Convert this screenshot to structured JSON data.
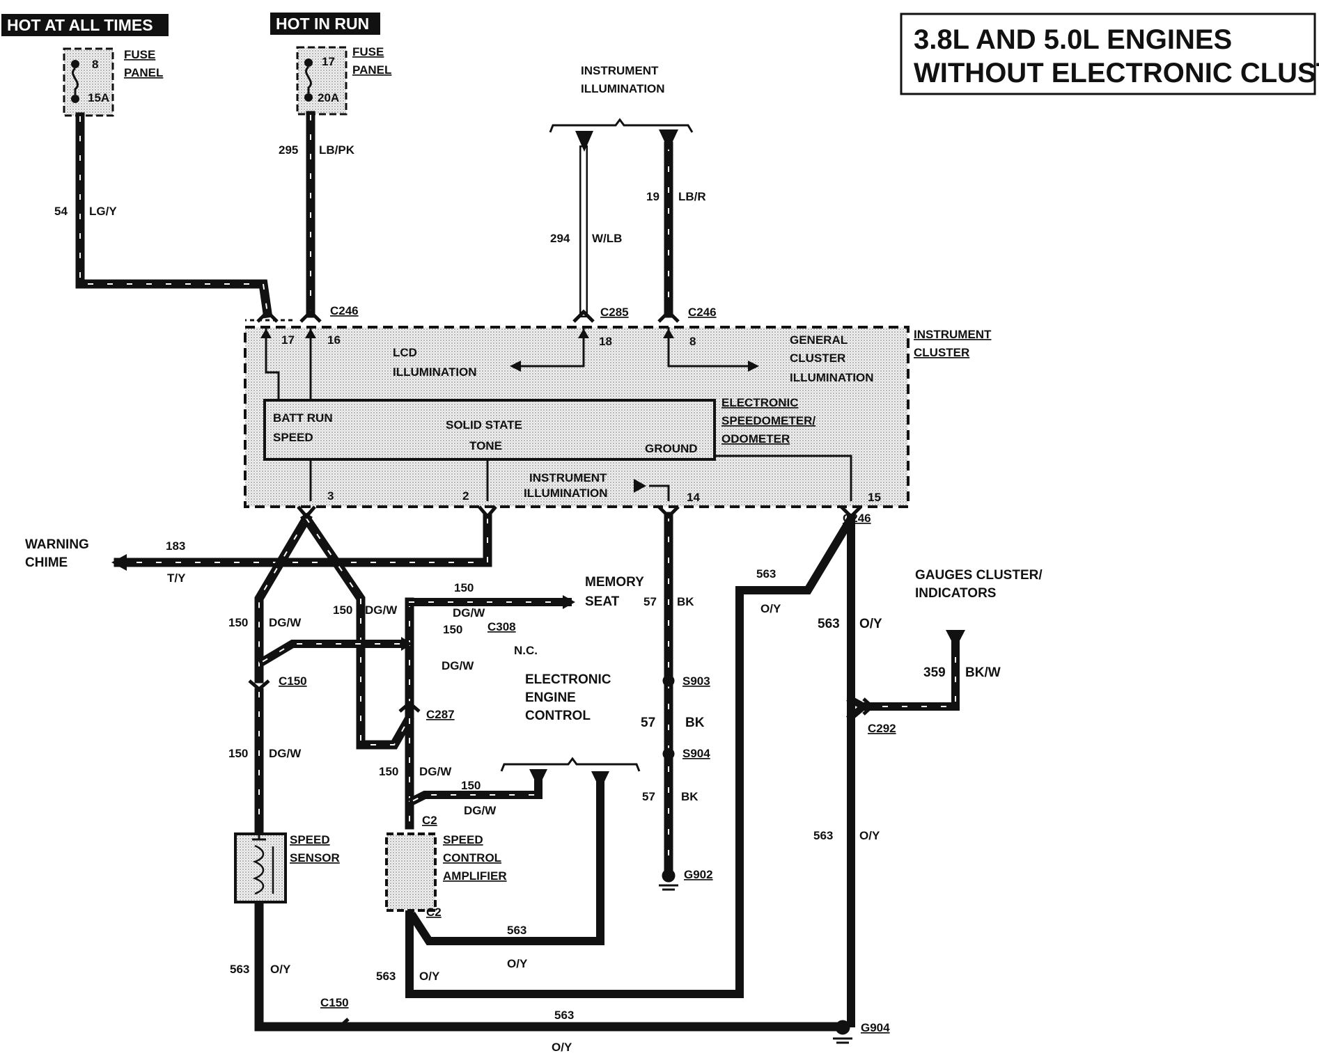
{
  "title": {
    "line1": "3.8L AND 5.0L ENGINES",
    "line2": "WITHOUT ELECTRONIC CLUSTER"
  },
  "power": {
    "hot_at_all_times": "HOT AT ALL TIMES",
    "hot_in_run": "HOT IN RUN",
    "fuse_panel_1": {
      "line1": "FUSE",
      "line2": "PANEL",
      "fuse": "8",
      "amps": "15A"
    },
    "fuse_panel_2": {
      "line1": "FUSE",
      "line2": "PANEL",
      "fuse": "17",
      "amps": "20A"
    }
  },
  "instrument_illumination_top": {
    "line1": "INSTRUMENT",
    "line2": "ILLUMINATION"
  },
  "connectors": {
    "c246_top": "C246",
    "c285": "C285",
    "c246_right": "C246",
    "c246_bottom": "C246",
    "c150_upper": "C150",
    "c150_lower": "C150",
    "c287": "C287",
    "c308": "C308",
    "c292": "C292",
    "c2_top": "C2",
    "c2_bottom": "C2",
    "s903": "S903",
    "s904": "S904",
    "g902": "G902",
    "g904": "G904"
  },
  "pins": {
    "p17": "17",
    "p16": "16",
    "p18": "18",
    "p8": "8",
    "p3": "3",
    "p2": "2",
    "p14": "14",
    "p15": "15"
  },
  "cluster": {
    "label": {
      "line1": "INSTRUMENT",
      "line2": "CLUSTER"
    },
    "lcd": {
      "line1": "LCD",
      "line2": "ILLUMINATION"
    },
    "general": {
      "line1": "GENERAL",
      "line2": "CLUSTER",
      "line3": "ILLUMINATION"
    },
    "batt_run": "BATT RUN",
    "speed": "SPEED",
    "solid_state": "SOLID STATE",
    "tone": "TONE",
    "ground": "GROUND",
    "esp": {
      "line1": "ELECTRONIC",
      "line2": "SPEEDOMETER/",
      "line3": "ODOMETER"
    },
    "instr_illum": {
      "line1": "INSTRUMENT",
      "line2": "ILLUMINATION"
    }
  },
  "wires": {
    "w54": {
      "num": "54",
      "color": "LG/Y"
    },
    "w295": {
      "num": "295",
      "color": "LB/PK"
    },
    "w294": {
      "num": "294",
      "color": "W/LB"
    },
    "w19": {
      "num": "19",
      "color": "LB/R"
    },
    "w183": {
      "num": "183",
      "color": "T/Y"
    },
    "w150_a": {
      "num": "150",
      "color": "DG/W"
    },
    "w150_b": {
      "num": "150",
      "color": "DG/W"
    },
    "w150_c": {
      "num": "150",
      "color": "DG/W"
    },
    "w150_d": {
      "num": "150",
      "color": "DG/W"
    },
    "w150_e": {
      "num": "150",
      "color": "DG/W"
    },
    "w150_f": {
      "num": "150",
      "color": "DG/W"
    },
    "w150_g": {
      "num": "150",
      "color": "DG/W"
    },
    "w57_a": {
      "num": "57",
      "color": "BK"
    },
    "w57_b": {
      "num": "57",
      "color": "BK"
    },
    "w57_c": {
      "num": "57",
      "color": "BK"
    },
    "w563_a": {
      "num": "563",
      "color": "O/Y"
    },
    "w563_b": {
      "num": "563",
      "color": "O/Y"
    },
    "w563_c": {
      "num": "563",
      "color": "O/Y"
    },
    "w563_d": {
      "num": "563",
      "color": "O/Y"
    },
    "w563_e": {
      "num": "563",
      "color": "O/Y"
    },
    "w563_f": {
      "num": "563",
      "color": "O/Y"
    },
    "w563_g": {
      "num": "563",
      "color": "O/Y"
    },
    "w359": {
      "num": "359",
      "color": "BK/W"
    }
  },
  "components": {
    "warning_chime": {
      "line1": "WARNING",
      "line2": "CHIME"
    },
    "memory_seat": {
      "line1": "MEMORY",
      "line2": "SEAT"
    },
    "nc": "N.C.",
    "eec": {
      "line1": "ELECTRONIC",
      "line2": "ENGINE",
      "line3": "CONTROL"
    },
    "gauges": {
      "line1": "GAUGES CLUSTER/",
      "line2": "INDICATORS"
    },
    "speed_sensor": {
      "line1": "SPEED",
      "line2": "SENSOR"
    },
    "sca": {
      "line1": "SPEED",
      "line2": "CONTROL",
      "line3": "AMPLIFIER"
    }
  }
}
